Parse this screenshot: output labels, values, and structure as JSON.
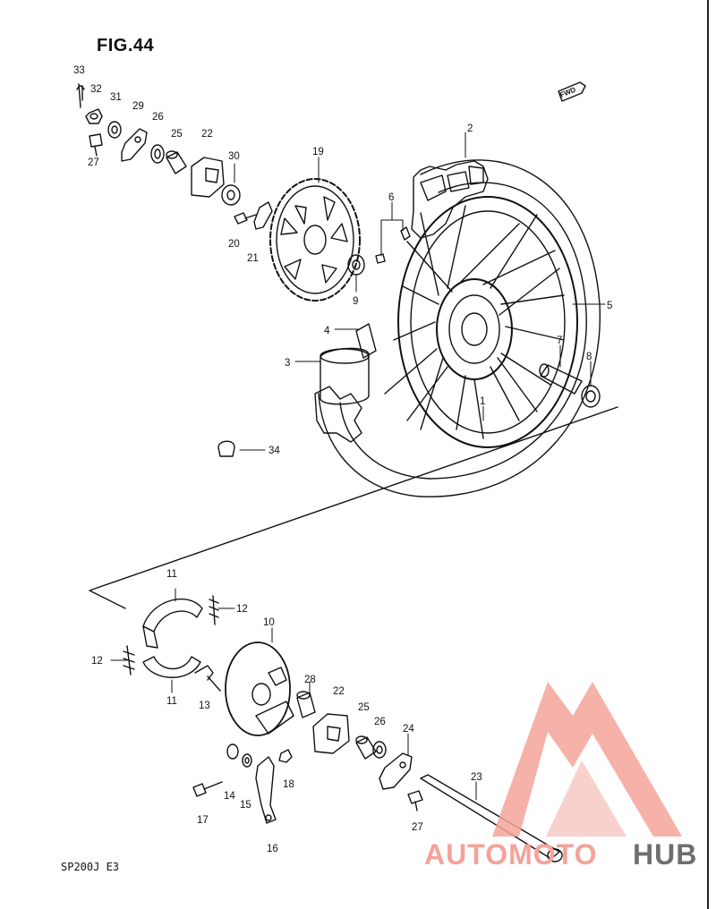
{
  "figure": {
    "title": "FIG.44",
    "code": "SP200J  E3"
  },
  "direction_label": "FWD",
  "callouts": {
    "c33": "33",
    "c32": "32",
    "c31": "31",
    "c29": "29",
    "c26a": "26",
    "c25a": "25",
    "c22a": "22",
    "c30": "30",
    "c27a": "27",
    "c20": "20",
    "c21": "21",
    "c19": "19",
    "c9": "9",
    "c6": "6",
    "c2": "2",
    "c5": "5",
    "c7": "7",
    "c8": "8",
    "c4": "4",
    "c3": "3",
    "c1": "1",
    "c34": "34",
    "c11a": "11",
    "c12a": "12",
    "c12b": "12",
    "c11b": "11",
    "c13": "13",
    "c10": "10",
    "c28": "28",
    "c22b": "22",
    "c25b": "25",
    "c26b": "26",
    "c24": "24",
    "c23": "23",
    "c27b": "27",
    "c14": "14",
    "c15": "15",
    "c17": "17",
    "c18": "18",
    "c16": "16"
  },
  "watermark": {
    "part1": "AUTOMOTO",
    "part2": "HUB",
    "light_color": "#f4a39a",
    "dark_color": "#6e6e6e"
  }
}
